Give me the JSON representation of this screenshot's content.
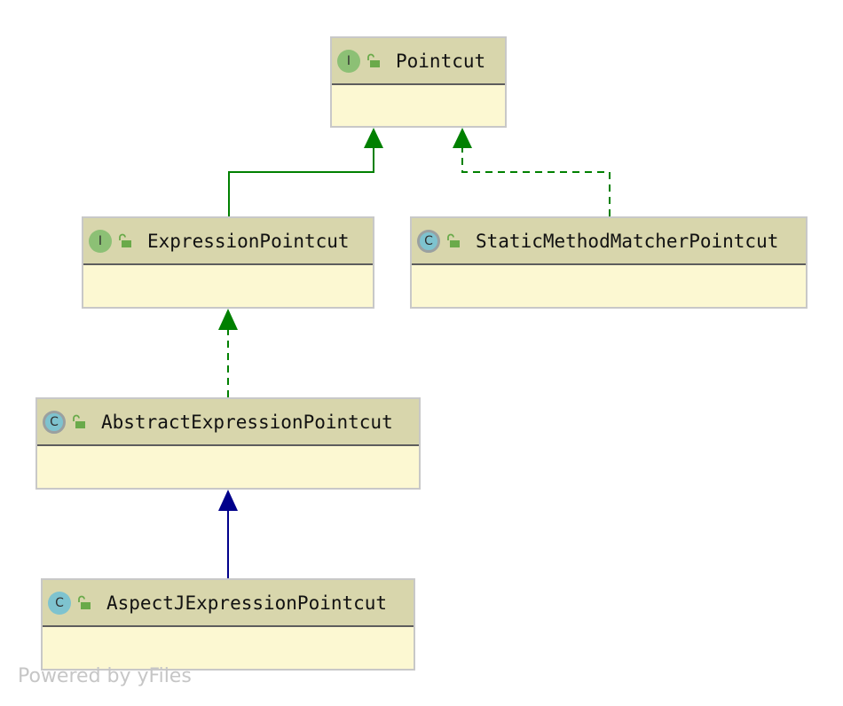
{
  "diagram": {
    "nodes": [
      {
        "id": "pointcut",
        "kind": "interface",
        "badge": "I",
        "name": "Pointcut"
      },
      {
        "id": "expression-pointcut",
        "kind": "interface",
        "badge": "I",
        "name": "ExpressionPointcut"
      },
      {
        "id": "static-method-matcher-pointcut",
        "kind": "abstract-class",
        "badge": "C",
        "name": "StaticMethodMatcherPointcut"
      },
      {
        "id": "abstract-expression-pointcut",
        "kind": "abstract-class",
        "badge": "C",
        "name": "AbstractExpressionPointcut"
      },
      {
        "id": "aspectj-expression-pointcut",
        "kind": "class",
        "badge": "C",
        "name": "AspectJExpressionPointcut"
      }
    ],
    "edges": [
      {
        "from": "expression-pointcut",
        "to": "pointcut",
        "type": "extends",
        "style": "solid",
        "color": "#008000"
      },
      {
        "from": "static-method-matcher-pointcut",
        "to": "pointcut",
        "type": "implements",
        "style": "dashed",
        "color": "#008000"
      },
      {
        "from": "abstract-expression-pointcut",
        "to": "expression-pointcut",
        "type": "implements",
        "style": "dashed",
        "color": "#008000"
      },
      {
        "from": "aspectj-expression-pointcut",
        "to": "abstract-expression-pointcut",
        "type": "extends",
        "style": "solid",
        "color": "#00008b"
      }
    ],
    "colors": {
      "header": "#d8d6ac",
      "body": "#fcf8d2",
      "interface_badge": "#8cc075",
      "class_badge": "#7ec3cf",
      "public_lock": "#6aaa4a"
    },
    "icons": {
      "visibility": "unlocked-padlock-icon"
    }
  },
  "watermark": "Powered by yFiles"
}
